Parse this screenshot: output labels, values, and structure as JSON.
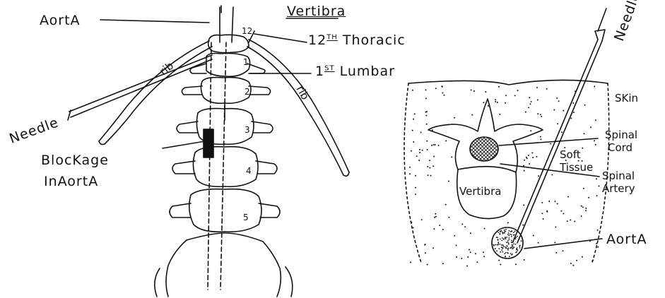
{
  "left_diagram": {
    "aorta": "AortA",
    "vertibra_heading": "Vertibra",
    "thoracic_num": "12",
    "thoracic_sup": "TH",
    "thoracic_word": "Thoracic",
    "lumbar_num": "1",
    "lumbar_sup": "ST",
    "lumbar_word": "Lumbar",
    "needle": "Needle",
    "rib_left": "rib",
    "rib_right": "rib",
    "blockage_line1": "BlocKage",
    "blockage_line2": "InAortA",
    "vertebra_numbers": [
      "12",
      "1",
      "2",
      "3",
      "4",
      "5"
    ]
  },
  "right_diagram": {
    "needle": "Needle",
    "skin": "SKin",
    "spinal_cord_line1": "Spinal",
    "spinal_cord_line2": "Cord",
    "soft_tissue_line1": "Soft",
    "soft_tissue_line2": "Tissue",
    "spinal_artery_line1": "Spinal",
    "spinal_artery_line2": "Artery",
    "vertibra": "Vertibra",
    "aorta": "AortA"
  }
}
